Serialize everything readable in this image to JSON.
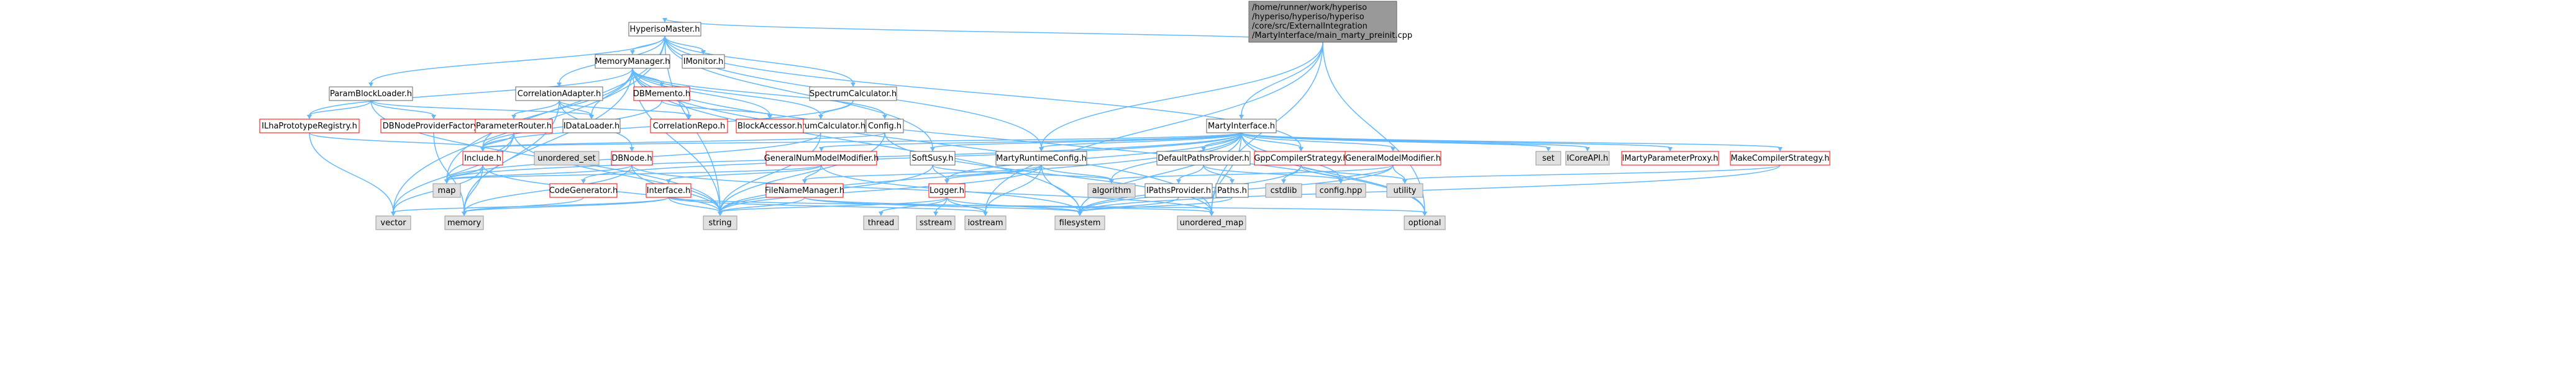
{
  "root": {
    "lines": [
      "/home/runner/work/hyperiso",
      "/hyperiso/hyperiso/hyperiso",
      "/core/src/ExternalIntegration",
      "/MartyInterface/main_marty_preinit.cpp"
    ]
  },
  "nodes": {
    "HyperisoMaster": "HyperisoMaster.h",
    "MemoryManager": "MemoryManager.h",
    "IMonitor": "IMonitor.h",
    "ParamBlockLoader": "ParamBlockLoader.h",
    "CorrelationAdapter": "CorrelationAdapter.h",
    "DBMemento": "DBMemento.h",
    "SpectrumCalculator": "SpectrumCalculator.h",
    "Config": "Config.h",
    "ISpectrumCalculator": "ISpectrumCalculator.h",
    "MartyInterface": "MartyInterface.h",
    "ILhaPrototypeRegistry": "ILhaPrototypeRegistry.h",
    "DBNodeProviderFactory": "DBNodeProviderFactory.h",
    "ParameterRouter": "ParameterRouter.h",
    "IDataLoader": "IDataLoader.h",
    "CorrelationRepo": "CorrelationRepo.h",
    "BlockAccessor": "BlockAccessor.h",
    "Include": "Include.h",
    "unordered_set": "unordered_set",
    "DBNode": "DBNode.h",
    "GeneralNumModelModifier": "GeneralNumModelModifier.h",
    "SoftSusy": "SoftSusy.h",
    "MartyRuntimeConfig": "MartyRuntimeConfig.h",
    "DefaultPathsProvider": "DefaultPathsProvider.h",
    "GppCompilerStrategy": "GppCompilerStrategy.h",
    "GeneralModelModifier": "GeneralModelModifier.h",
    "set": "set",
    "ICoreAPI": "ICoreAPI.h",
    "IMartyParameterProxy": "IMartyParameterProxy.h",
    "MakeCompilerStrategy": "MakeCompilerStrategy.h",
    "CodeGenerator": "CodeGenerator.h",
    "map": "map",
    "Interface": "Interface.h",
    "FileNameManager": "FileNameManager.h",
    "Logger": "Logger.h",
    "algorithm": "algorithm",
    "IPathsProvider": "IPathsProvider.h",
    "Paths": "Paths.h",
    "cstdlib": "cstdlib",
    "config_hpp": "config.hpp",
    "utility": "utility",
    "vector": "vector",
    "memory": "memory",
    "string": "string",
    "thread": "thread",
    "sstream": "sstream",
    "iostream": "iostream",
    "filesystem": "filesystem",
    "unordered_map": "unordered_map",
    "optional": "optional"
  }
}
